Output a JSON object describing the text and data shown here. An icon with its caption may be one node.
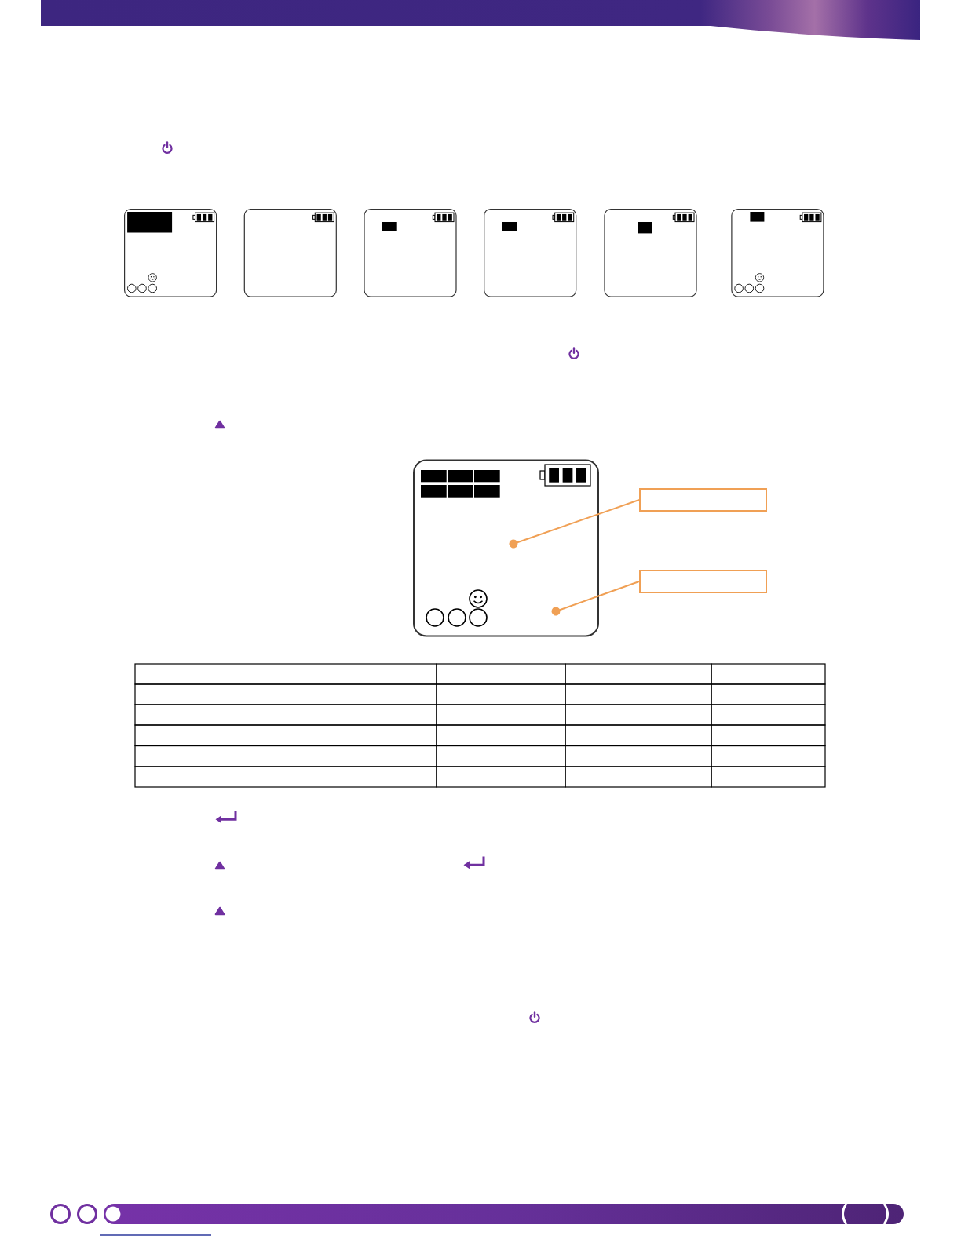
{
  "diagram": {
    "nodes": [
      {
        "text": [],
        "shape": "box"
      },
      {
        "text": [],
        "shape": "box"
      }
    ],
    "edges": [
      {
        "from": 0,
        "to": null,
        "arrow": "other"
      },
      {
        "from": 1,
        "to": null,
        "arrow": "other"
      }
    ]
  }
}
